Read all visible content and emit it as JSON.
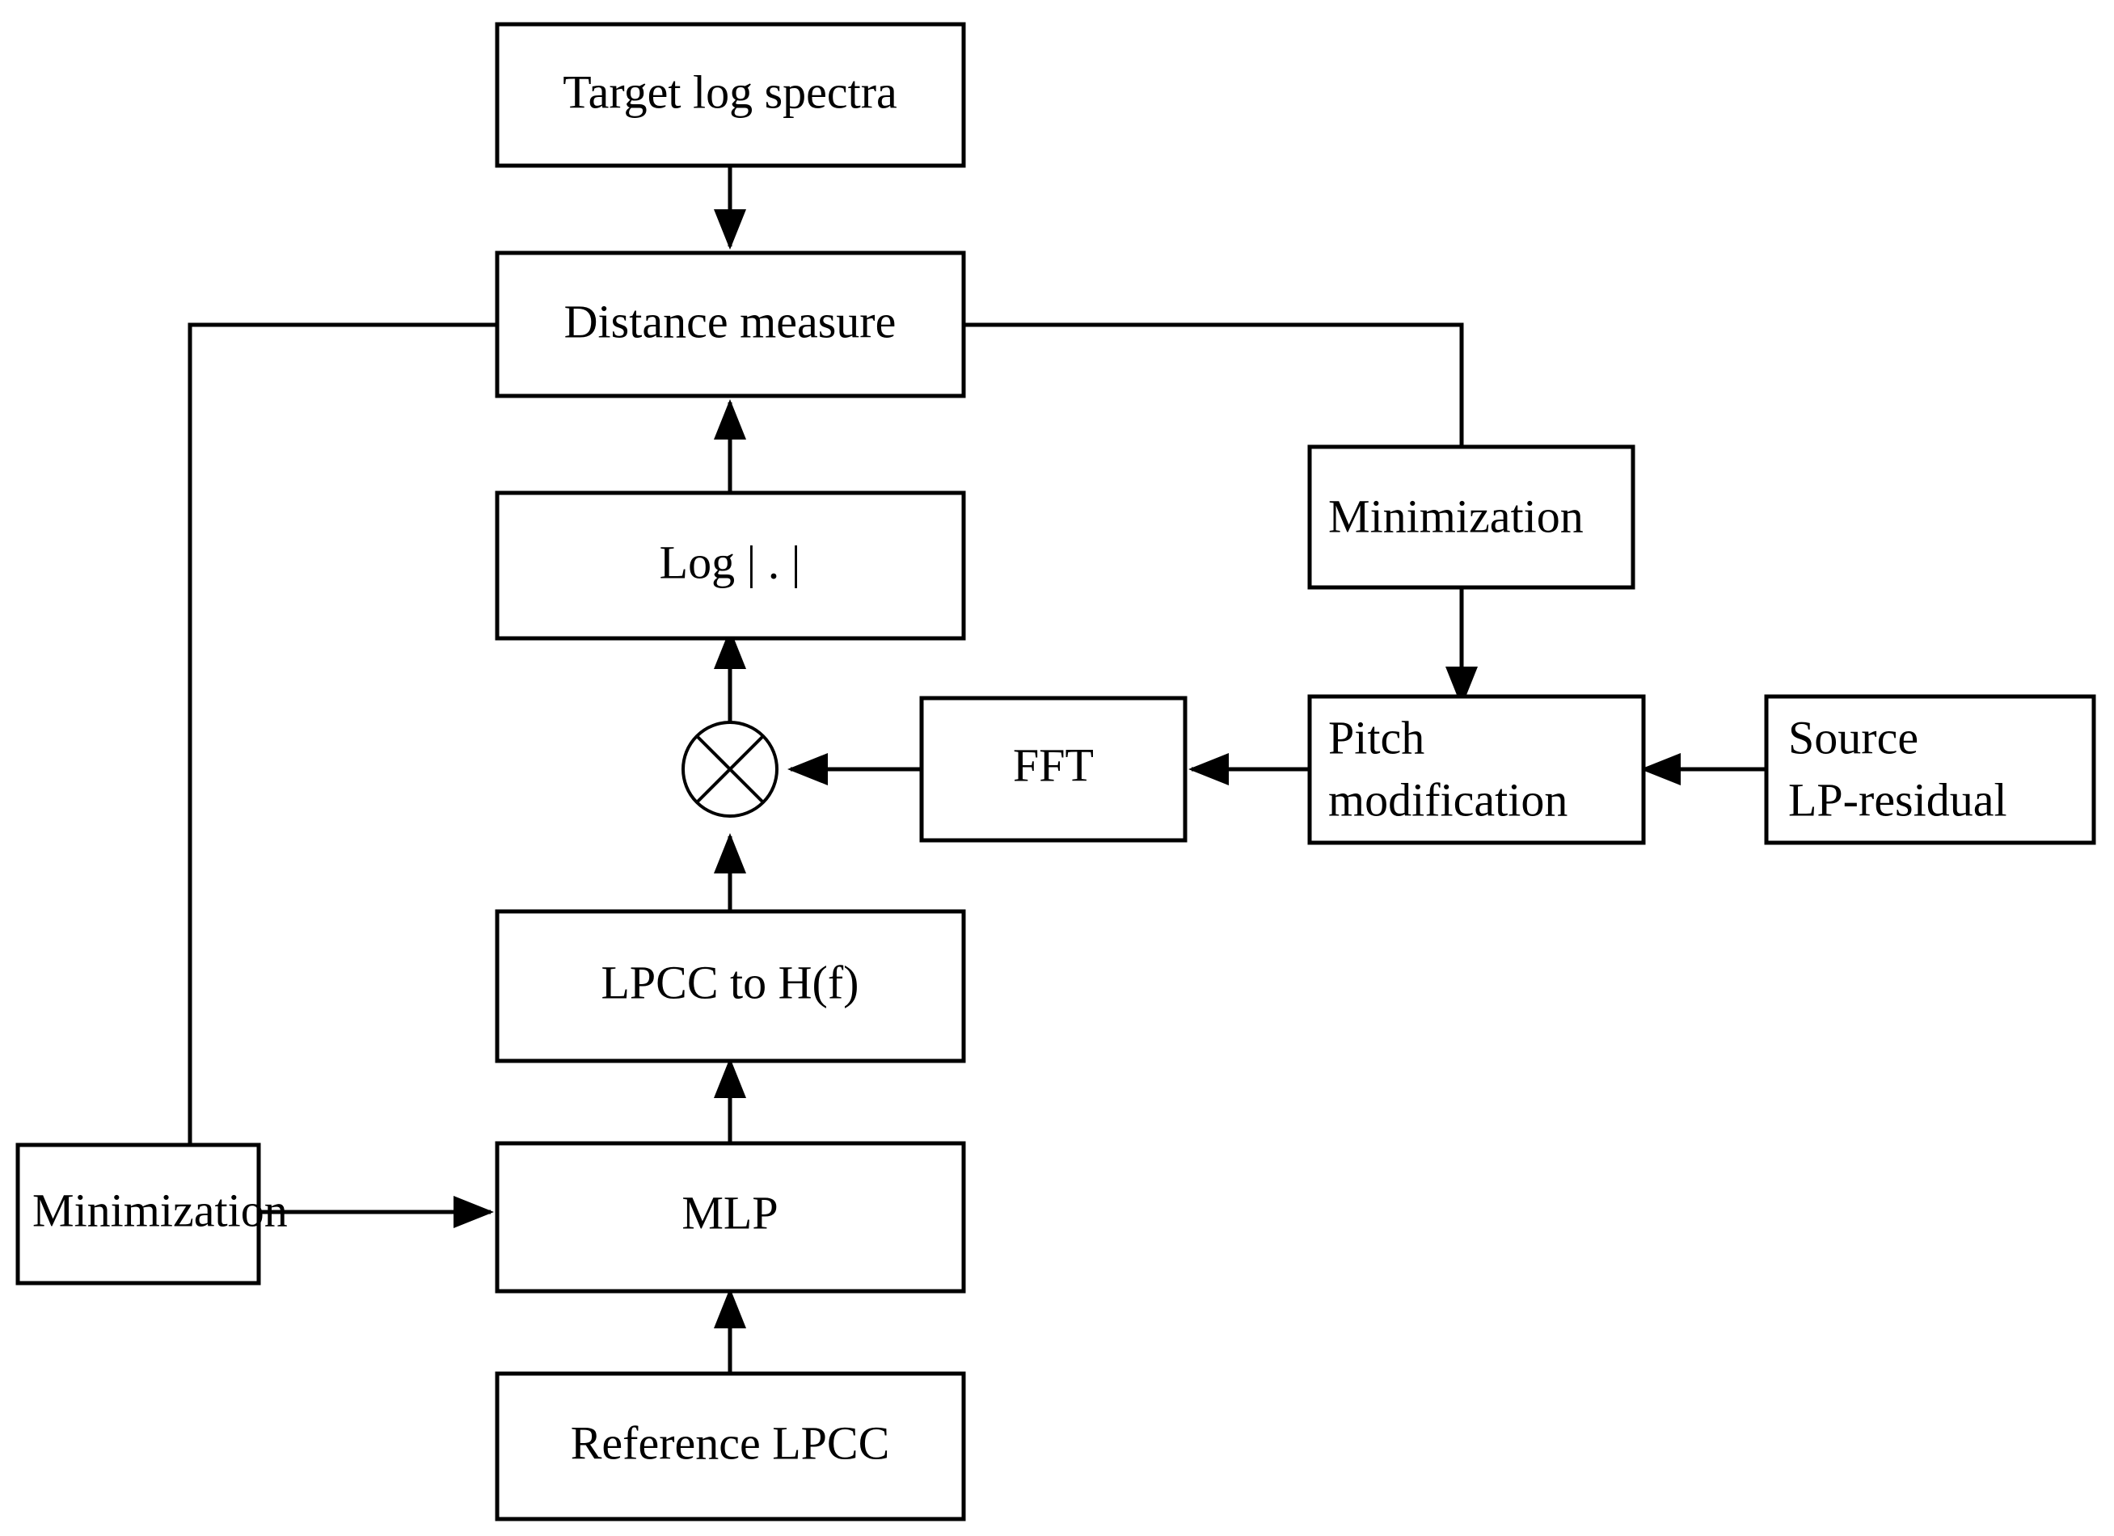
{
  "diagram": {
    "title": "Spectral transformation block diagram",
    "background_color": "#ffffff",
    "line_color": "#000000",
    "nodes": {
      "target_log_spectra": {
        "label": "Target log spectra"
      },
      "distance_measure": {
        "label": "Distance measure"
      },
      "log_abs": {
        "label": "Log | . |"
      },
      "lpcc_to_hf": {
        "label": "LPCC to H(f)"
      },
      "mlp": {
        "label": "MLP"
      },
      "reference_lpcc": {
        "label": "Reference LPCC"
      },
      "minimization_left": {
        "label": "Minimization"
      },
      "minimization_right": {
        "label": "Minimization"
      },
      "fft": {
        "label": "FFT"
      },
      "pitch_modification": {
        "line1": "Pitch",
        "line2": "modification"
      },
      "source_lp_residual": {
        "line1": "Source",
        "line2": "LP-residual"
      },
      "multiplier": {
        "symbol": "multiply-operator"
      }
    },
    "edges": [
      {
        "from": "target_log_spectra",
        "to": "distance_measure",
        "arrow": true
      },
      {
        "from": "log_abs",
        "to": "distance_measure",
        "arrow": true
      },
      {
        "from": "multiplier",
        "to": "log_abs",
        "arrow": true
      },
      {
        "from": "lpcc_to_hf",
        "to": "multiplier",
        "arrow": true
      },
      {
        "from": "mlp",
        "to": "lpcc_to_hf",
        "arrow": true
      },
      {
        "from": "reference_lpcc",
        "to": "mlp",
        "arrow": true
      },
      {
        "from": "minimization_left",
        "to": "mlp",
        "arrow": true
      },
      {
        "from": "distance_measure",
        "to": "minimization_left",
        "arrow": false
      },
      {
        "from": "distance_measure",
        "to": "minimization_right",
        "arrow": false
      },
      {
        "from": "minimization_right",
        "to": "pitch_modification",
        "arrow": true
      },
      {
        "from": "source_lp_residual",
        "to": "pitch_modification",
        "arrow": true
      },
      {
        "from": "pitch_modification",
        "to": "fft",
        "arrow": true
      },
      {
        "from": "fft",
        "to": "multiplier",
        "arrow": true
      }
    ]
  }
}
